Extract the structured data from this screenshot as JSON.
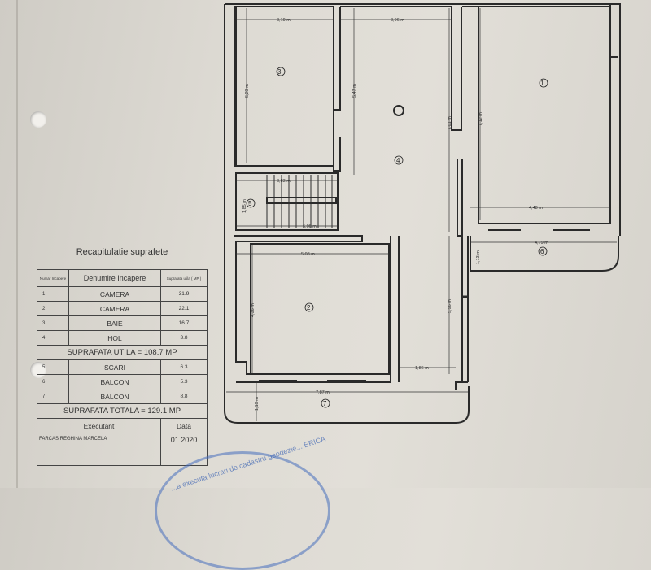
{
  "plan": {
    "rooms": [
      {
        "number": "1",
        "dims": [
          "7,12 m",
          "4,48 m"
        ]
      },
      {
        "number": "2",
        "dims": [
          "5,08 m",
          "4,36 m"
        ]
      },
      {
        "number": "3",
        "dims": [
          "3,19 m",
          "5,23 m"
        ]
      },
      {
        "number": "4",
        "dims": [
          "3,96 m",
          "5,47 m",
          "7,01 m"
        ]
      },
      {
        "number": "5",
        "dims": [
          "3,83 m",
          "1,85 m",
          "5,06 m"
        ]
      },
      {
        "number": "6",
        "dims": [
          "4,79 m",
          "1,13 m"
        ]
      },
      {
        "number": "7",
        "dims": [
          "7,87 m",
          "1,13 m"
        ]
      }
    ],
    "extra_dims": [
      "5,96 m",
      "1,86 m"
    ]
  },
  "table": {
    "title": "Recapitulatie suprafete",
    "headers": [
      "Numar Incapere",
      "Denumire Incapere",
      "Suprafata utila ( MP )"
    ],
    "rows": [
      {
        "nr": "1",
        "name": "CAMERA",
        "area": "31.9"
      },
      {
        "nr": "2",
        "name": "CAMERA",
        "area": "22.1"
      },
      {
        "nr": "3",
        "name": "BAIE",
        "area": "16.7"
      },
      {
        "nr": "4",
        "name": "HOL",
        "area": "3.8"
      }
    ],
    "subtotal": "SUPRAFATA UTILA = 108.7 MP",
    "rows2": [
      {
        "nr": "5",
        "name": "SCARI",
        "area": "6.3"
      },
      {
        "nr": "6",
        "name": "BALCON",
        "area": "5.3"
      },
      {
        "nr": "7",
        "name": "BALCON",
        "area": "8.8"
      }
    ],
    "total": "SUPRAFATA TOTALA = 129.1 MP",
    "executant_label": "Executant",
    "date_label": "Data",
    "executant": "FARCAS REGHINA MARCELA",
    "date": "01.2020"
  },
  "stamp": {
    "text": "...a executa lucrari de cadastru geodezie... ERICA"
  },
  "colors": {
    "paper": "#dedbd4",
    "ink": "#2a2a2a",
    "stamp": "#4a6eb4"
  }
}
